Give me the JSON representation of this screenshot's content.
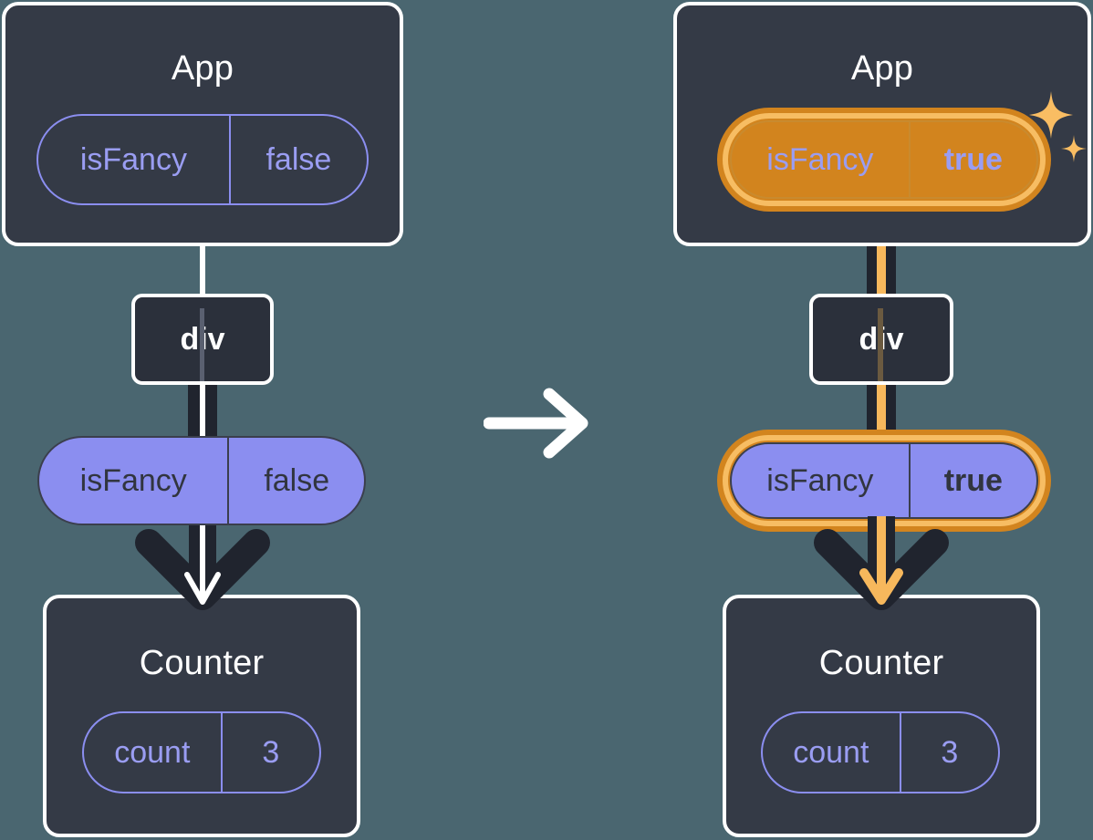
{
  "diagram": {
    "title": "React state update diagram: isFancy false to true",
    "background_color": "#4a6670",
    "panels": [
      {
        "id": "before",
        "root": {
          "name": "App",
          "state_pill": {
            "key": "isFancy",
            "value": "false",
            "highlighted": false,
            "style": "ghost"
          }
        },
        "middle": {
          "name": "div"
        },
        "props_pill": {
          "key": "isFancy",
          "value": "false",
          "highlighted": false,
          "style": "solid"
        },
        "child": {
          "name": "Counter",
          "state_pill": {
            "key": "count",
            "value": "3",
            "highlighted": false,
            "style": "ghost"
          }
        },
        "connector_color": "#20242e",
        "connector_inner_color": "#ffffff",
        "has_sparkles": false
      },
      {
        "id": "after",
        "root": {
          "name": "App",
          "state_pill": {
            "key": "isFancy",
            "value": "true",
            "highlighted": true,
            "style": "ghost"
          }
        },
        "middle": {
          "name": "div"
        },
        "props_pill": {
          "key": "isFancy",
          "value": "true",
          "highlighted": true,
          "style": "solid"
        },
        "child": {
          "name": "Counter",
          "state_pill": {
            "key": "count",
            "value": "3",
            "highlighted": false,
            "style": "ghost"
          }
        },
        "connector_color": "#20242e",
        "connector_inner_color": "#f7b85c",
        "has_sparkles": true
      }
    ],
    "transition": {
      "icon": "right-arrow-icon",
      "color": "#ffffff"
    },
    "colors": {
      "background": "#4a6670",
      "box_fill": "#343a46",
      "box_border": "#ffffff",
      "div_fill": "#2b303b",
      "pill_purple": "#8b8ef0",
      "pill_outline": "#8b8ef0",
      "highlight_outer": "#d2841e",
      "highlight_inner": "#f7bd63",
      "sparkle": "#f9bd63",
      "connector_dark": "#20242e",
      "connector_light": "#ffffff",
      "connector_orange": "#f7b85c"
    }
  }
}
